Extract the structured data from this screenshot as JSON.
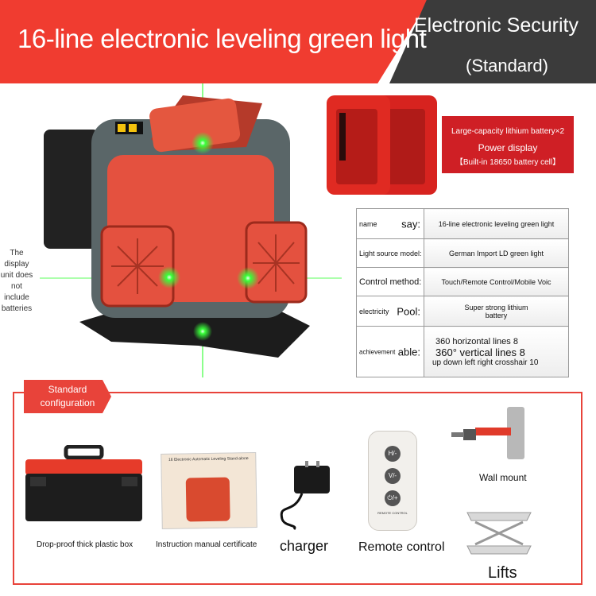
{
  "banner": {
    "title": "16-line electronic leveling green light",
    "right_title": "Electronic Security",
    "right_sub": "(Standard)"
  },
  "note": [
    "The",
    "display",
    "unit does",
    "not",
    "include",
    "batteries"
  ],
  "battery": {
    "line1": "Large-capacity lithium battery×2",
    "line2": "Power display",
    "line3": "【Built-in 18650 battery cell】"
  },
  "specs": [
    {
      "k_small": "name",
      "k_big": "say:",
      "value": "16-line electronic leveling green light"
    },
    {
      "k_small": "Light source model:",
      "k_big": "",
      "value": "German Import LD green light"
    },
    {
      "k_small": "Control method:",
      "k_big": "",
      "value": "Touch/Remote Control/Mobile Voic"
    },
    {
      "k_small": "electricity",
      "k_big": "Pool:",
      "value": "Super strong lithium battery"
    },
    {
      "k_small": "achievement",
      "k_big": "able:",
      "value1": "360 horizontal lines 8",
      "value2": "360° vertical lines 8",
      "value3": "up down left right crosshair 10"
    }
  ],
  "config": {
    "tag": [
      "Standard",
      "configuration"
    ],
    "items": {
      "box": "Drop-proof thick plastic box",
      "manual": "Instruction manual certificate",
      "charger": "charger",
      "remote": "Remote control",
      "wall": "Wall mount",
      "lifts": "Lifts"
    },
    "manual_cover_title": "16 Electronic Automatic Leveling Stand-alone",
    "remote_buttons": [
      "H/-",
      "V/-",
      "⏻/+"
    ],
    "remote_caption": "REMOTE CONTROL"
  }
}
